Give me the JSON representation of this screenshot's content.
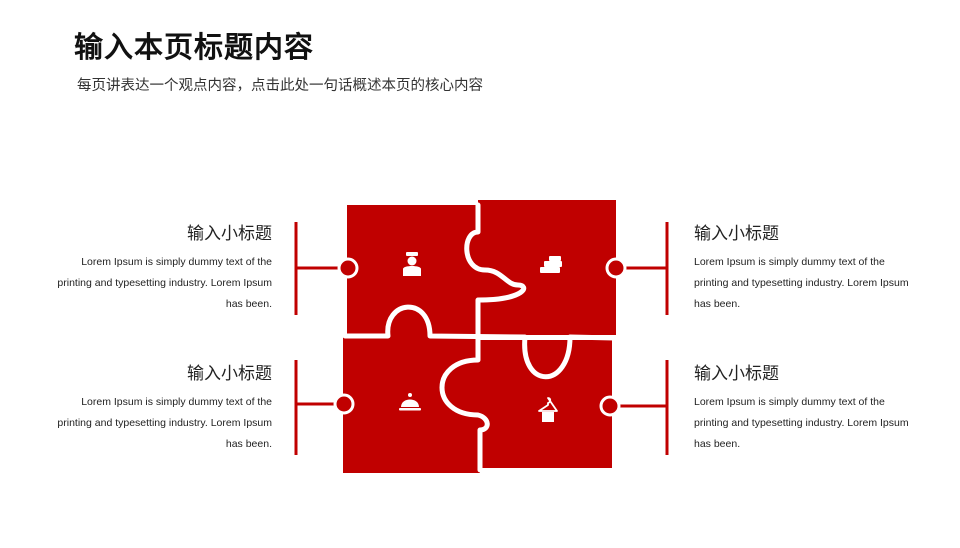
{
  "header": {
    "title": "输入本页标题内容",
    "subtitle": "每页讲表达一个观点内容，点击此处一句话概述本页的核心内容"
  },
  "items": [
    {
      "position": "top-left",
      "title": "输入小标题",
      "body": [
        "Lorem Ipsum is simply dummy text of the",
        "printing and typesetting industry. Lorem Ipsum",
        "has been."
      ],
      "icon": "bellhop-icon"
    },
    {
      "position": "top-right",
      "title": "输入小标题",
      "body": [
        "Lorem Ipsum is simply dummy text of the",
        "printing and typesetting industry. Lorem Ipsum",
        "has been."
      ],
      "icon": "towel-stack-icon"
    },
    {
      "position": "bottom-left",
      "title": "输入小标题",
      "body": [
        "Lorem Ipsum is simply dummy text of the",
        "printing and typesetting industry. Lorem Ipsum",
        "has been."
      ],
      "icon": "service-cloche-icon"
    },
    {
      "position": "bottom-right",
      "title": "输入小标题",
      "body": [
        "Lorem Ipsum is simply dummy text of the",
        "printing and typesetting industry. Lorem Ipsum",
        "has been."
      ],
      "icon": "hanger-icon"
    }
  ],
  "colors": {
    "accent": "#c00000",
    "background": "#ffffff",
    "text": "#222222"
  }
}
